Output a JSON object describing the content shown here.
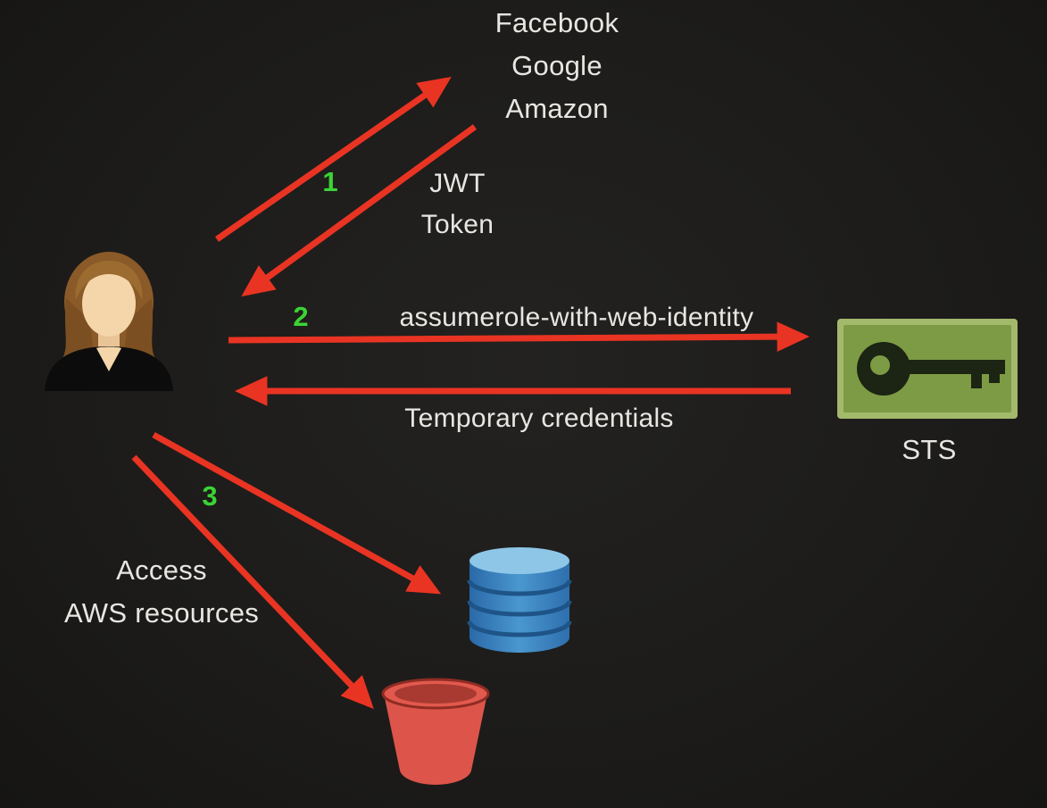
{
  "colors": {
    "background": "#1e1d1b",
    "arrow": "#e93423",
    "step_number": "#3bd435",
    "text": "#e8e6e3",
    "sts_green": "#7d9b44",
    "dynamodb_blue": "#3f8fc8",
    "s3_red": "#dd554a"
  },
  "identity_providers": {
    "line1": "Facebook",
    "line2": "Google",
    "line3": "Amazon"
  },
  "steps": {
    "step1": "1",
    "step2": "2",
    "step3": "3"
  },
  "labels": {
    "jwt_line1": "JWT",
    "jwt_line2": "Token",
    "assume_role": "assumerole-with-web-identity",
    "temporary_credentials": "Temporary credentials",
    "access_line1": "Access",
    "access_line2": "AWS resources",
    "sts": "STS"
  },
  "icons": {
    "user": "user-icon",
    "sts": "sts-key-icon",
    "dynamodb": "dynamodb-icon",
    "s3": "s3-bucket-icon"
  }
}
